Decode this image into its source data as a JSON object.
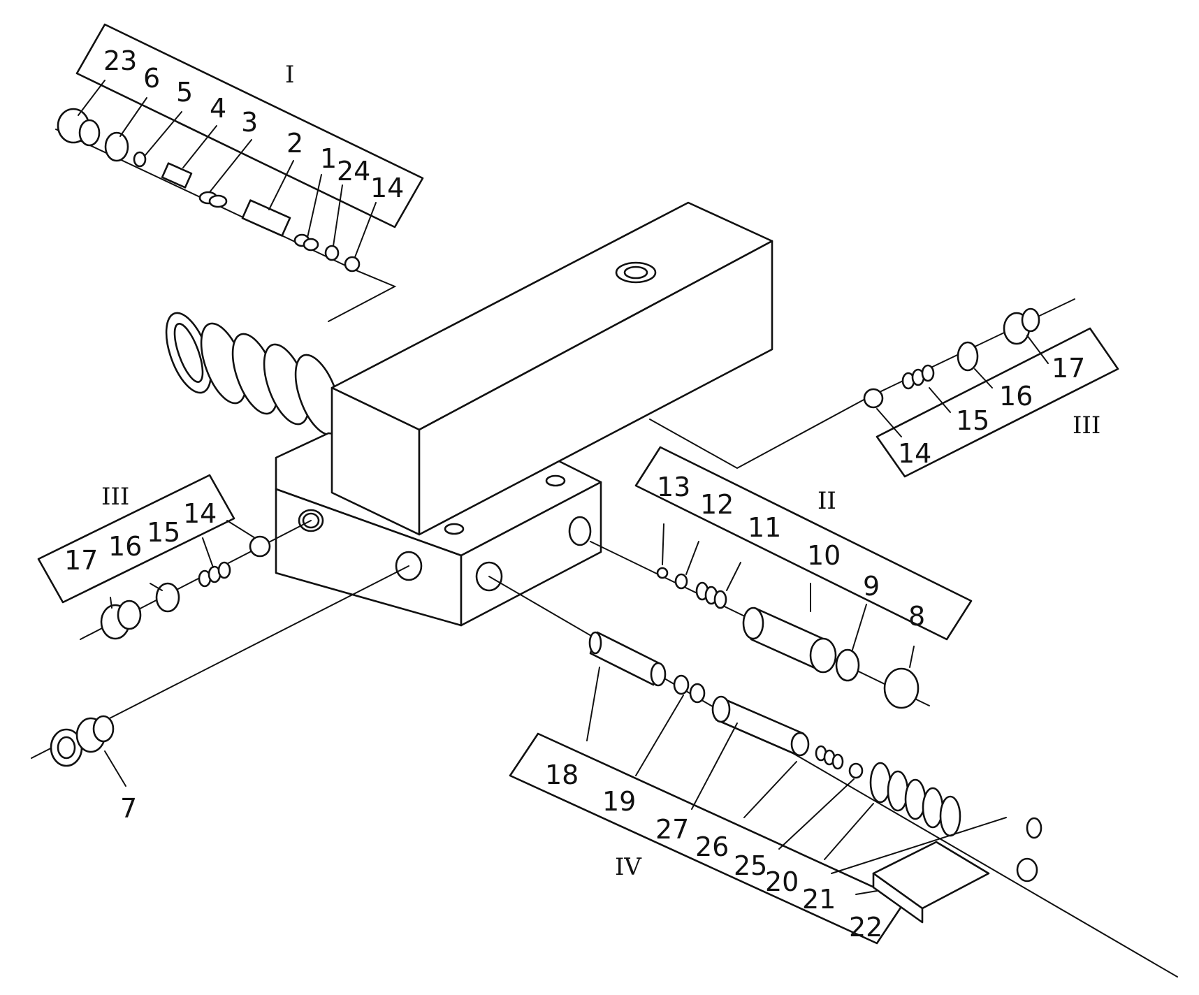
{
  "groups": {
    "I": {
      "roman": "I",
      "numbers": [
        "23",
        "6",
        "5",
        "4",
        "3",
        "2",
        "1",
        "24",
        "14"
      ]
    },
    "II": {
      "roman": "II",
      "numbers": [
        "13",
        "12",
        "11",
        "10",
        "9",
        "8"
      ]
    },
    "III_right": {
      "roman": "III",
      "numbers": [
        "17",
        "16",
        "15",
        "14"
      ]
    },
    "III_left": {
      "roman": "III",
      "numbers": [
        "17",
        "16",
        "15",
        "14"
      ]
    },
    "IV": {
      "roman": "IV",
      "numbers": [
        "18",
        "19",
        "27",
        "26",
        "25",
        "20",
        "21",
        "22"
      ]
    }
  },
  "standalone": {
    "part_7": "7"
  },
  "colors": {
    "ink": "#111111",
    "paper": "#ffffff"
  }
}
